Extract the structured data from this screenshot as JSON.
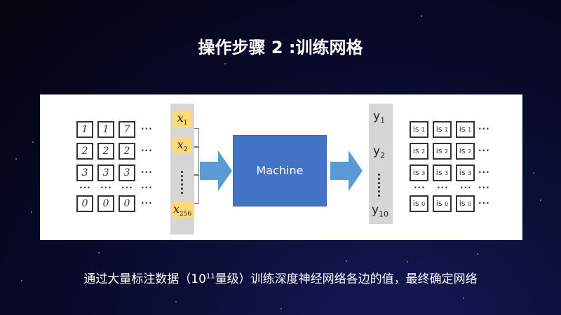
{
  "slide": {
    "title": "操作步骤 2 :训练网格",
    "subtitle_before": "通过大量标注数据（10",
    "subtitle_exponent": "11",
    "subtitle_after": "量级）训练深度神经网络各边的值，最终确定网络"
  },
  "diagram": {
    "digit_rows": [
      {
        "digits": [
          "1",
          "1",
          "7"
        ],
        "dots": "···"
      },
      {
        "digits": [
          "2",
          "2",
          "2"
        ],
        "dots": "···"
      },
      {
        "digits": [
          "3",
          "3",
          "3"
        ],
        "dots": "···"
      },
      {
        "digits": [
          "0",
          "0",
          "0"
        ],
        "dots": "···"
      }
    ],
    "row_ellipsis": "···",
    "inputs": [
      {
        "var": "x",
        "sub": "1"
      },
      {
        "var": "x",
        "sub": "2"
      },
      {
        "var": "x",
        "sub": "256"
      }
    ],
    "machine_label": "Machine",
    "outputs": [
      {
        "var": "y",
        "sub": "1"
      },
      {
        "var": "y",
        "sub": "2"
      },
      {
        "var": "y",
        "sub": "10"
      }
    ],
    "label_rows": [
      {
        "prefix": "is",
        "labels": [
          "1",
          "1",
          "1"
        ],
        "dots": "···"
      },
      {
        "prefix": "is",
        "labels": [
          "2",
          "2",
          "2"
        ],
        "dots": "···"
      },
      {
        "prefix": "is",
        "labels": [
          "3",
          "3",
          "3"
        ],
        "dots": "···"
      },
      {
        "prefix": "is",
        "labels": [
          "0",
          "0",
          "0"
        ],
        "dots": "···"
      }
    ]
  },
  "colors": {
    "machine_fill": "#4472c4",
    "arrow_fill": "#5b9bd5",
    "input_highlight": "#ffd87a",
    "column_bg": "#d6d6d6"
  }
}
